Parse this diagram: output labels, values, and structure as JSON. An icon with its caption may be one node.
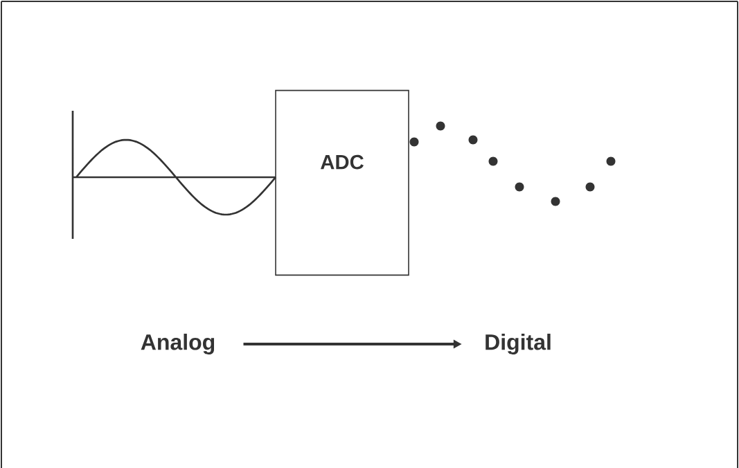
{
  "diagram": {
    "nodes": [
      {
        "text": [
          "ADC"
        ]
      },
      {
        "text": [
          "Analog"
        ]
      },
      {
        "text": [
          "Digital"
        ]
      }
    ],
    "edges": [
      {
        "from": 1,
        "to": 2,
        "arrow": "to"
      }
    ]
  }
}
